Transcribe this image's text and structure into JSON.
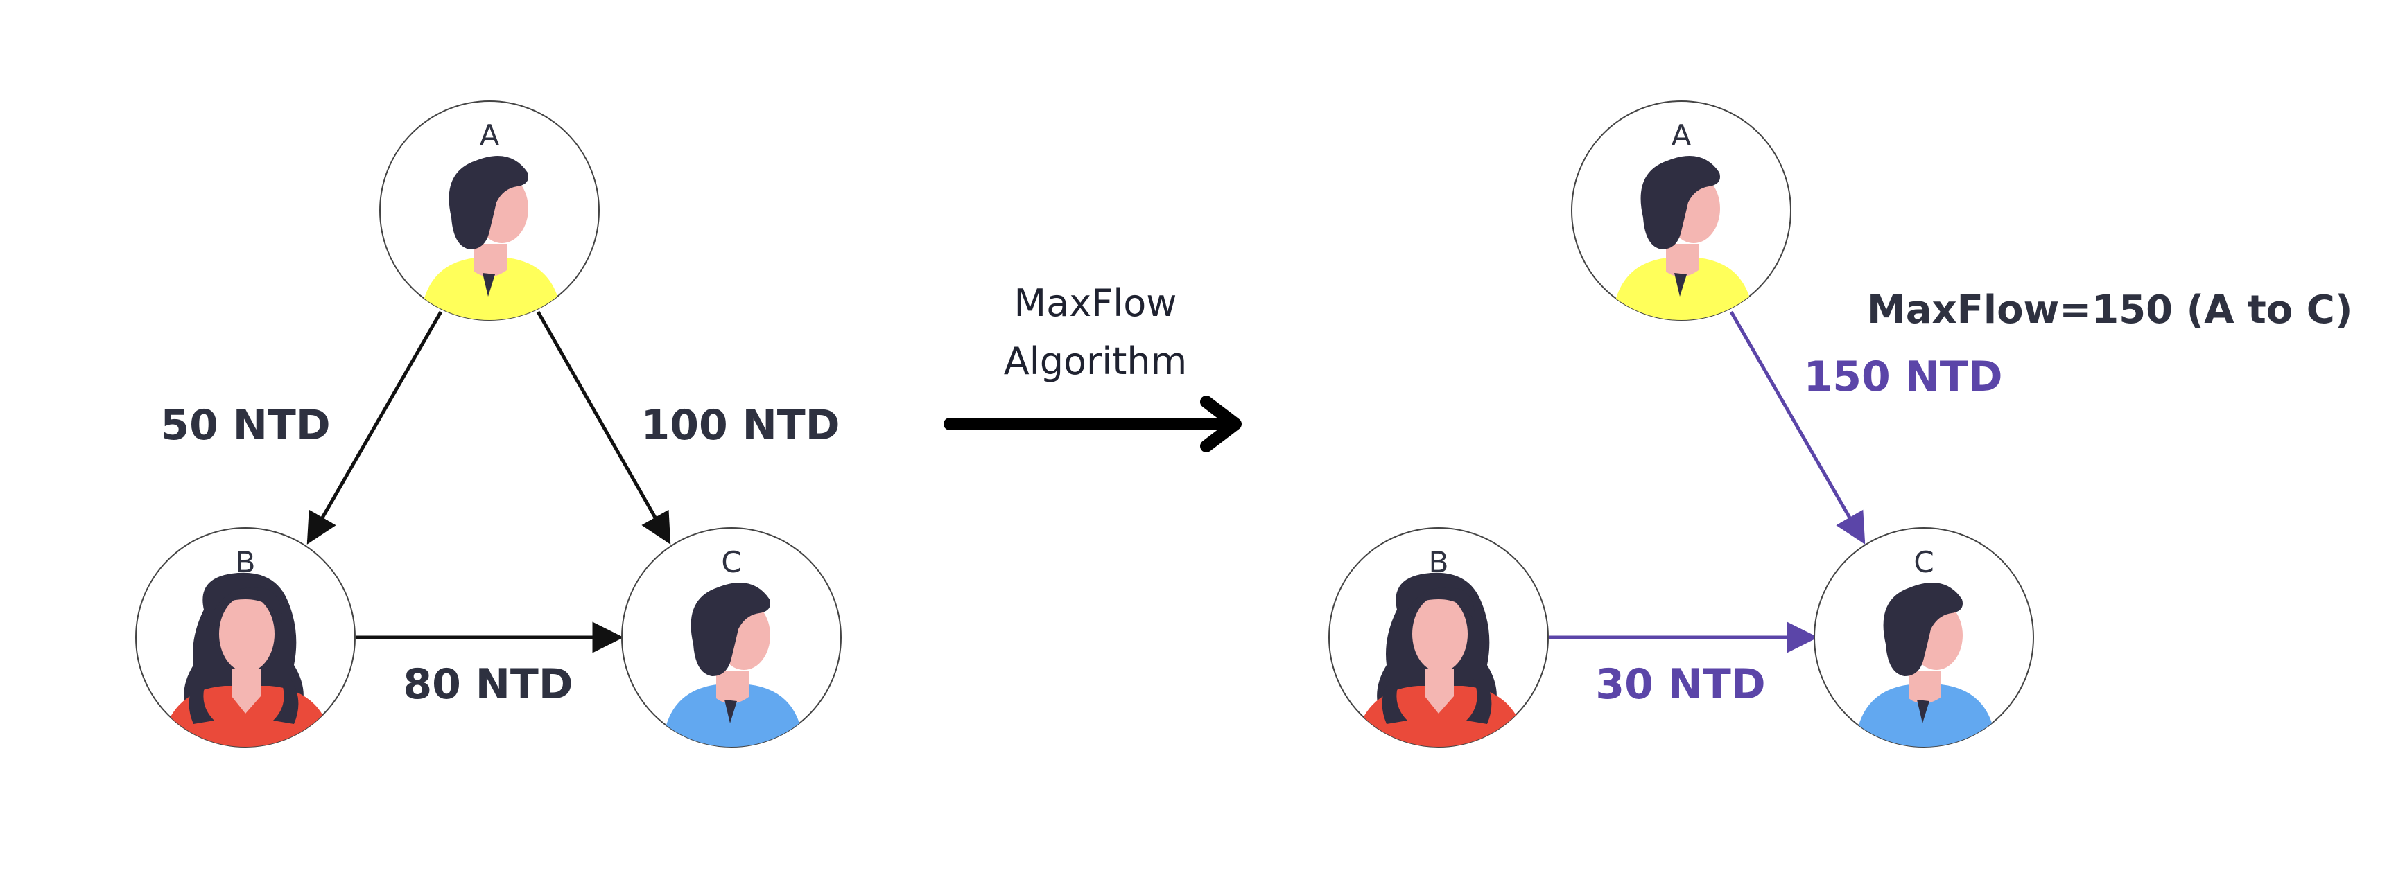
{
  "colors": {
    "text_dark": "#2e3140",
    "flow_purple": "#5b45a8",
    "shirt_yellow": "#ffff5a",
    "shirt_red": "#ea4a3a",
    "shirt_blue": "#62a8f0",
    "hair": "#2f2e41",
    "skin": "#f4b6b2"
  },
  "nodes": {
    "A": "A",
    "B": "B",
    "C": "C"
  },
  "left_graph": {
    "edges": [
      {
        "from": "A",
        "to": "B",
        "label": "50 NTD"
      },
      {
        "from": "A",
        "to": "C",
        "label": "100 NTD"
      },
      {
        "from": "B",
        "to": "C",
        "label": "80 NTD"
      }
    ]
  },
  "transition": {
    "line1": "MaxFlow",
    "line2": "Algorithm"
  },
  "right_graph": {
    "result": "MaxFlow=150 (A to C)",
    "edges": [
      {
        "from": "A",
        "to": "C",
        "label": "150 NTD"
      },
      {
        "from": "B",
        "to": "C",
        "label": "30 NTD"
      }
    ]
  }
}
